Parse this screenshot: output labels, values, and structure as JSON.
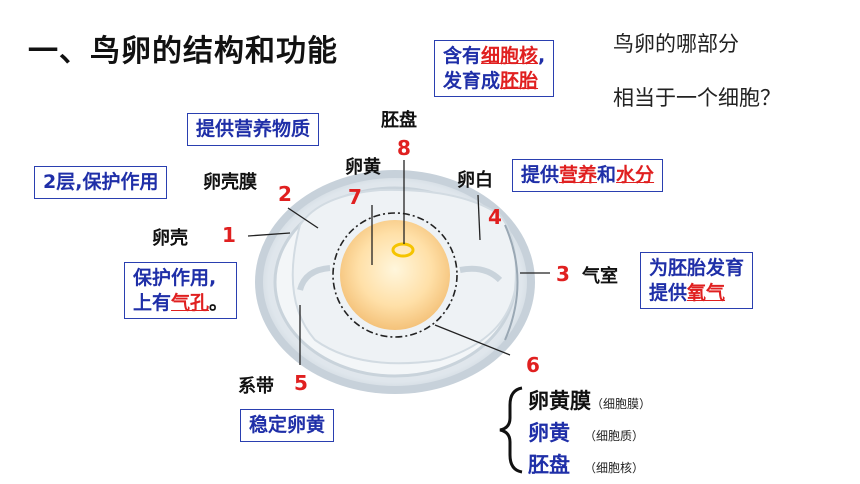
{
  "title": "一、鸟卵的结构和功能",
  "question": {
    "line1": "鸟卵的哪部分",
    "line2": "相当于一个细胞？"
  },
  "boxes": {
    "blastodisc_fn": {
      "pre1": "含有",
      "hl1": "细胞核",
      "post1": ",",
      "pre2": "发育成",
      "hl2": "胚胎"
    },
    "yolk_fn": "提供营养物质",
    "shell_membrane_fn": "2层,保护作用",
    "albumen_fn": {
      "pre": "提供",
      "hl1": "营养",
      "mid": "和",
      "hl2": "水分"
    },
    "shell_fn": {
      "line1": "保护作用,",
      "pre2": "上有",
      "hl2": "气孔",
      "post2": "。"
    },
    "air_cell_fn": {
      "line1": "为胚胎发育",
      "pre2": "提供",
      "hl2": "氧气"
    },
    "chalaza_fn": "稳定卵黄"
  },
  "labels": {
    "shell": "卵壳",
    "shell_num": "1",
    "shell_membrane": "卵壳膜",
    "shell_membrane_num": "2",
    "air_cell": "气室",
    "air_cell_num": "3",
    "albumen": "卵白",
    "albumen_num": "4",
    "chalaza": "系带",
    "chalaza_num": "5",
    "yolk_membrane_num": "6",
    "yolk": "卵黄",
    "yolk_num": "7",
    "blastodisc": "胚盘",
    "blastodisc_num": "8"
  },
  "legend": [
    {
      "name": "卵黄膜",
      "note": "（细胞膜）"
    },
    {
      "name": "卵黄",
      "note": "（细胞质）"
    },
    {
      "name": "胚盘",
      "note": "（细胞核）"
    }
  ]
}
